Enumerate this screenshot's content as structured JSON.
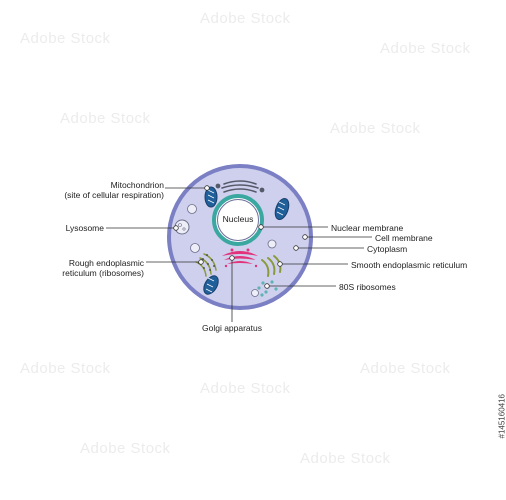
{
  "diagram": {
    "labels": {
      "mitochondrion": "Mitochondrion",
      "mitochondrion_note": "(site of cellular respiration)",
      "lysosome": "Lysosome",
      "rough_er_1": "Rough endoplasmic",
      "rough_er_2": "reticulum (ribosomes)",
      "golgi": "Golgi apparatus",
      "nucleus": "Nucleus",
      "nuclear_membrane": "Nuclear membrane",
      "cell_membrane": "Cell membrane",
      "cytoplasm": "Cytoplasm",
      "smooth_er": "Smooth endoplasmic reticulum",
      "ribosomes_80s": "80S ribosomes"
    },
    "colors": {
      "cytoplasm": "#cfd0ee",
      "cell_membrane": "#7b7fc4",
      "nucleus_ring": "#3aa8a0",
      "mitochondria": "#1f5f9a",
      "golgi": "#e2327a",
      "ribosomes": "#5fb3b3",
      "organelle_stroke": "#6d6f8a"
    }
  },
  "watermark": "Adobe Stock",
  "image_id": "#145160416"
}
